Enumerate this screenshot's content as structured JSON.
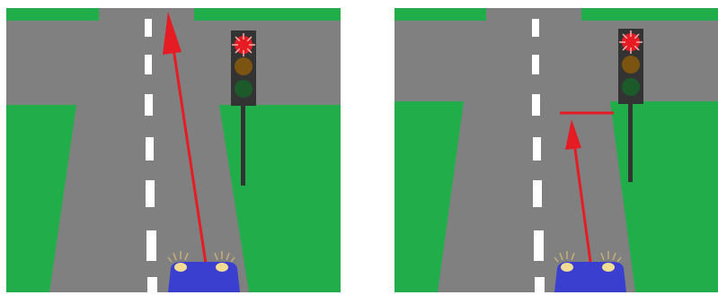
{
  "scenes": [
    {
      "id": "left",
      "traffic_light": {
        "lamps": [
          "red-lit",
          "amber-off",
          "green-off"
        ],
        "active": "red"
      },
      "vehicle_arrow": {
        "meaning": "path-through-junction",
        "stops_at_line": false
      }
    },
    {
      "id": "right",
      "traffic_light": {
        "lamps": [
          "red-lit",
          "amber-off",
          "green-off"
        ],
        "active": "red"
      },
      "vehicle_arrow": {
        "meaning": "stop-at-line",
        "stops_at_line": true
      }
    }
  ],
  "colors": {
    "road": "#808080",
    "grass": "#21ae4a",
    "lane_marking": "#ffffff",
    "arrow": "#e51c23",
    "light_housing": "#333333",
    "light_pole": "#333333",
    "lamp_red": "#e51c23",
    "lamp_amber": "#7a5410",
    "lamp_green": "#1c5a2a",
    "car_body": "#3b3fcf",
    "headlight": "#f3dc94",
    "headlight_rays": "#c9b27a"
  },
  "icons": [
    "traffic-light-icon",
    "car-icon",
    "arrow-icon",
    "stop-line-icon"
  ]
}
